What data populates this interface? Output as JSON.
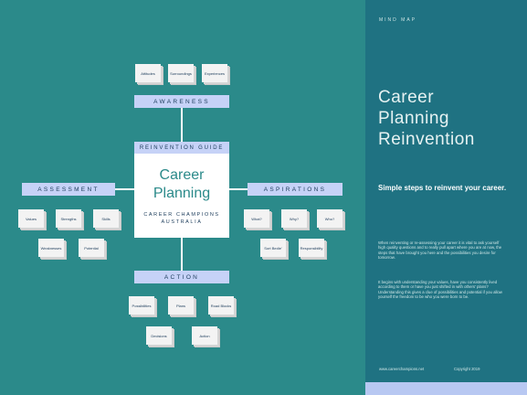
{
  "diagram": {
    "awareness_items": [
      "Attitudes",
      "Surroundings",
      "Experiences"
    ],
    "awareness_label": "AWARENESS",
    "reinvention_guide_label": "REINVENTION GUIDE",
    "center_title_line1": "Career",
    "center_title_line2": "Planning",
    "center_sub_line1": "CAREER CHAMPIONS",
    "center_sub_line2": "AUSTRALIA",
    "assessment_label": "ASSESSMENT",
    "assessment_items": [
      "Values",
      "Strengths",
      "Skills",
      "Weaknesses",
      "Potential"
    ],
    "aspirations_label": "ASPIRATIONS",
    "aspirations_items": [
      "What?",
      "Why?",
      "Who?",
      "Sort Bedie'",
      "Responsibility"
    ],
    "action_label": "ACTION",
    "action_items": [
      "Possibilities",
      "Plans",
      "Road Blocks",
      "Decisions",
      "Action"
    ]
  },
  "sidebar": {
    "label": "MIND MAP",
    "title_line1": "Career",
    "title_line2": "Planning",
    "title_line3": "Reinvention",
    "subtitle": "Simple steps to reinvent your career.",
    "para1": "When reinventing or re-assessing your career it is vital to ask yourself high quality questions and to really pull apart where you are at now, the steps that have brought you here and the possibilities you desire for tomorrow.",
    "para2": "It begins with understanding your values, have you consistently lived according to them or have you just shifted in with others' plans? Understanding this gives a clue of possibilities and potential if you allow yourself the freedom to be who you were born to be.",
    "footer_url": "www.careerchampions.net",
    "footer_copyright": "Copyright 2019"
  },
  "colors": {
    "background": "#2b8a8a",
    "sidebar": "#1f7282",
    "banner": "#c6d2f7",
    "accent_strip": "#b8c8f2"
  }
}
